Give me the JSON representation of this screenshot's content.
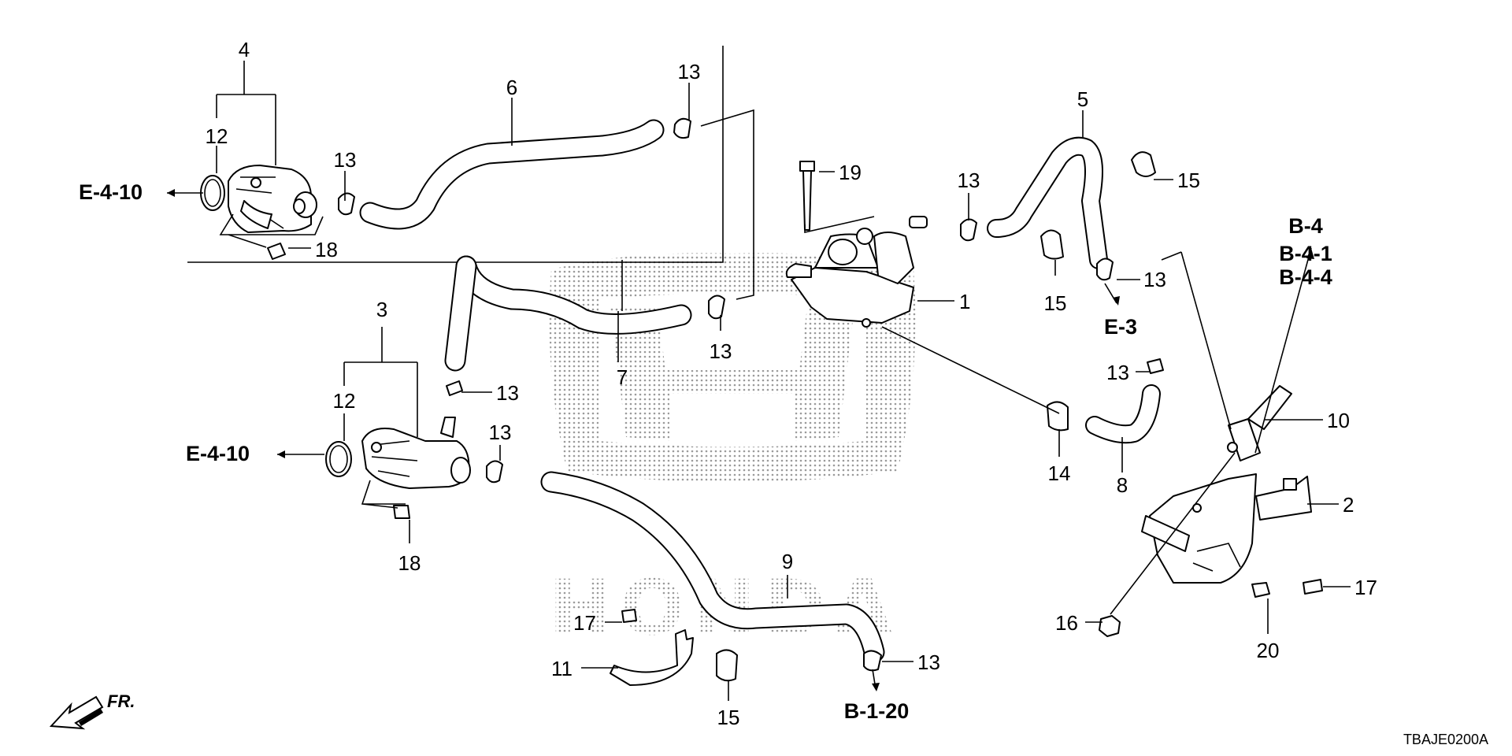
{
  "callouts": {
    "c1": "1",
    "c2": "2",
    "c3": "3",
    "c4": "4",
    "c5": "5",
    "c6": "6",
    "c7": "7",
    "c8": "8",
    "c9": "9",
    "c10": "10",
    "c11": "11",
    "c12a": "12",
    "c12b": "12",
    "c13a": "13",
    "c13b": "13",
    "c13c": "13",
    "c13d": "13",
    "c13e": "13",
    "c13f": "13",
    "c13g": "13",
    "c13h": "13",
    "c13i": "13",
    "c14": "14",
    "c15a": "15",
    "c15b": "15",
    "c15c": "15",
    "c16": "16",
    "c17a": "17",
    "c17b": "17",
    "c18a": "18",
    "c18b": "18",
    "c19": "19",
    "c20": "20"
  },
  "references": {
    "e410_top": "E-4-10",
    "e410_bottom": "E-4-10",
    "e3": "E-3",
    "b4": "B-4",
    "b41": "B-4-1",
    "b44": "B-4-4",
    "b120": "B-1-20"
  },
  "direction_label": "FR.",
  "diagram_code": "TBAJE0200A",
  "watermark": {
    "brand": "HONDA",
    "color": "#9a9a9a"
  }
}
